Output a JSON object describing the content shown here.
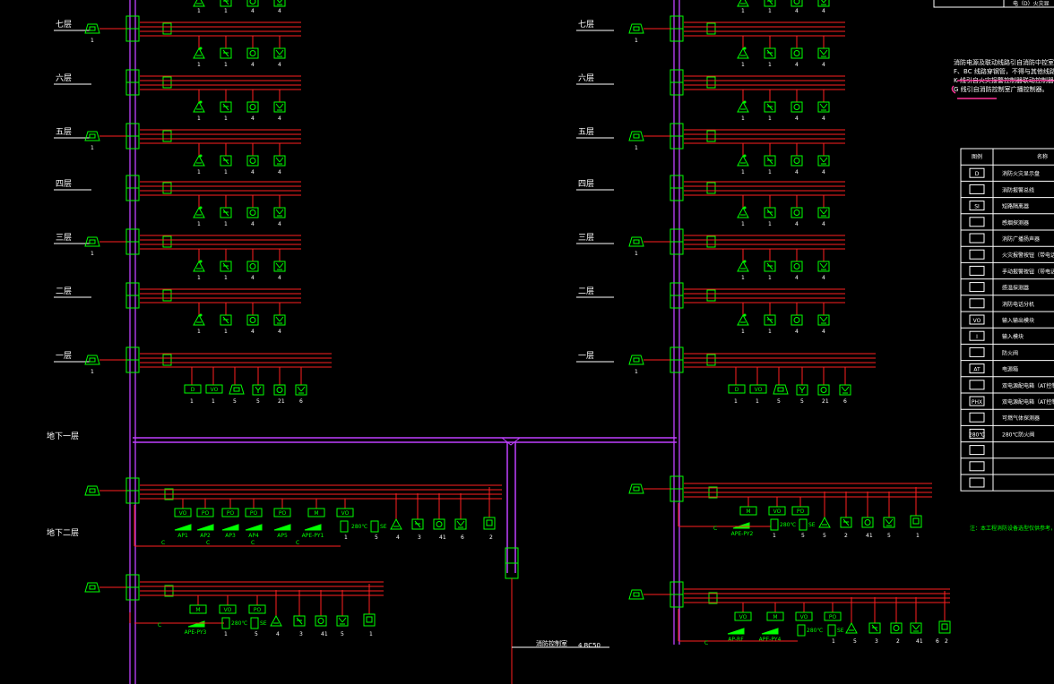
{
  "floors_left": [
    "七层",
    "六层",
    "五层",
    "四层",
    "三层",
    "二层",
    "一层"
  ],
  "floors_right": [
    "七层",
    "六层",
    "五层",
    "四层",
    "三层",
    "二层",
    "一层"
  ],
  "basement_labels": [
    "地下一层",
    "地下二层"
  ],
  "upper_floor_device_counts": [
    "1",
    "1",
    "4",
    "4"
  ],
  "ground_floor_devices": {
    "codes": [
      "D",
      "VO",
      "",
      "",
      "",
      ""
    ],
    "counts": [
      "1",
      "1",
      "5",
      "5",
      "21",
      "6"
    ]
  },
  "basement1_left": {
    "module_codes": [
      "VO",
      "PO",
      "PO",
      "PO",
      "PO",
      "M",
      "VO"
    ],
    "module_tags": [
      "AP1",
      "AP2",
      "AP3",
      "AP4",
      "AP5",
      "APE-PY1"
    ],
    "bottom_labels": [
      "280℃",
      "SE"
    ],
    "counts": [
      "1",
      "5",
      "4",
      "3",
      "41",
      "6",
      "2"
    ]
  },
  "basement1_right": {
    "module_codes": [
      "M",
      "VO",
      "PO"
    ],
    "module_tags": [
      "APE-PY2"
    ],
    "bottom_labels": [
      "280℃",
      "SE"
    ],
    "counts": [
      "1",
      "5",
      "5",
      "2",
      "41",
      "5",
      "1"
    ]
  },
  "basement2_left": {
    "module_codes": [
      "M",
      "VO",
      "PO"
    ],
    "module_tags": [
      "APE-PY3"
    ],
    "bottom_labels": [
      "280℃",
      "SE"
    ],
    "counts": [
      "1",
      "5",
      "4",
      "3",
      "41",
      "5",
      "1"
    ]
  },
  "basement2_right": {
    "module_codes": [
      "VO",
      "M",
      "VO",
      "PO"
    ],
    "module_tags": [
      "AP-RF",
      "APE-PY4"
    ],
    "bottom_labels": [
      "280℃",
      "SE"
    ],
    "counts": [
      "1",
      "5",
      "3",
      "2",
      "41",
      "6",
      "2"
    ]
  },
  "feeder_label": "消防控制室",
  "feeder_code": "4 RC50",
  "notes": [
    "消防电源及联动线路引自消防中控室火灾报警控制器，",
    "F、BC 线路穿钢管，不得与其他线路共管。",
    "K 线引自火灾报警控制器联动控制器。",
    "G 线引自消防控制室广播控制器。"
  ],
  "legend": {
    "headers": [
      "图例",
      "名称"
    ],
    "rows": [
      {
        "symbol": "D",
        "name": "消防火灾显示盘"
      },
      {
        "symbol": "",
        "name": "消防报警总线"
      },
      {
        "symbol": "SI",
        "name": "短路隔离器"
      },
      {
        "symbol": "",
        "name": "感烟探测器"
      },
      {
        "symbol": "",
        "name": "消防广播扬声器"
      },
      {
        "symbol": "",
        "name": "火灾报警按钮（带电话插孔）"
      },
      {
        "symbol": "",
        "name": "手动报警按钮（带电话插孔）"
      },
      {
        "symbol": "",
        "name": "感温探测器"
      },
      {
        "symbol": "",
        "name": "消防电话分机"
      },
      {
        "symbol": "VO",
        "name": "输入输出模块"
      },
      {
        "symbol": "I",
        "name": "输入模块"
      },
      {
        "symbol": "",
        "name": "防火阀"
      },
      {
        "symbol": "AT",
        "name": "电源箱"
      },
      {
        "symbol": "",
        "name": "双电源配电箱（AT控制）"
      },
      {
        "symbol": "PHX",
        "name": "双电源配电箱（AT控制）"
      },
      {
        "symbol": "",
        "name": "可燃气体探测器"
      },
      {
        "symbol": "280℃",
        "name": "280℃防火阀"
      },
      {
        "symbol": "",
        "name": ""
      },
      {
        "symbol": "",
        "name": ""
      },
      {
        "symbol": "",
        "name": ""
      }
    ]
  },
  "footnote": "注：本工程消防设备选型仅供参考，可由",
  "top_right_label": "电（D）火灾显"
}
